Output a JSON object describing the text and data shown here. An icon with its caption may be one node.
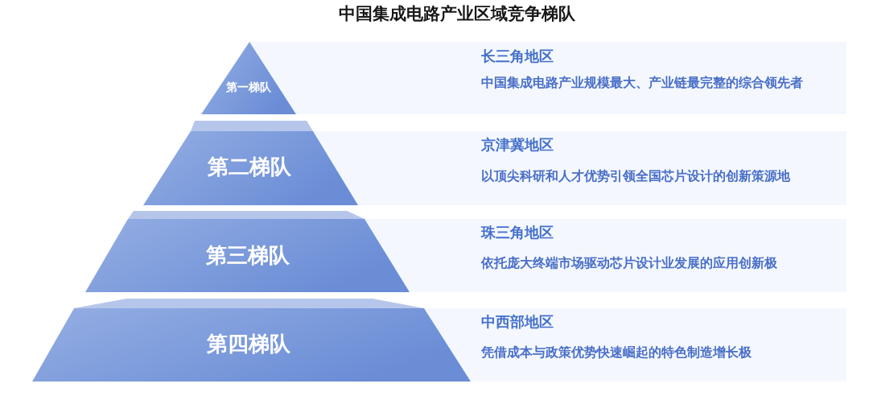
{
  "diagram": {
    "title": "中国集成电路产业区域竞争梯队",
    "nodes": [
      {
        "text": [
          "第一梯队"
        ]
      },
      {
        "text": [
          "长三角地区",
          "中国集成电路产业规模最大、产业链最完整的综合领先者"
        ]
      },
      {
        "text": [
          "第二梯队"
        ]
      },
      {
        "text": [
          "京津冀地区",
          "以顶尖科研和人才优势引领全国芯片设计的创新策源地"
        ]
      },
      {
        "text": [
          "第三梯队"
        ]
      },
      {
        "text": [
          "珠三角地区",
          "依托庞大终端市场驱动芯片设计业发展的应用创新极"
        ]
      },
      {
        "text": [
          "第四梯队"
        ]
      },
      {
        "text": [
          "中西部地区",
          "凭借成本与政策优势快速崛起的特色制造增长极"
        ]
      }
    ]
  }
}
